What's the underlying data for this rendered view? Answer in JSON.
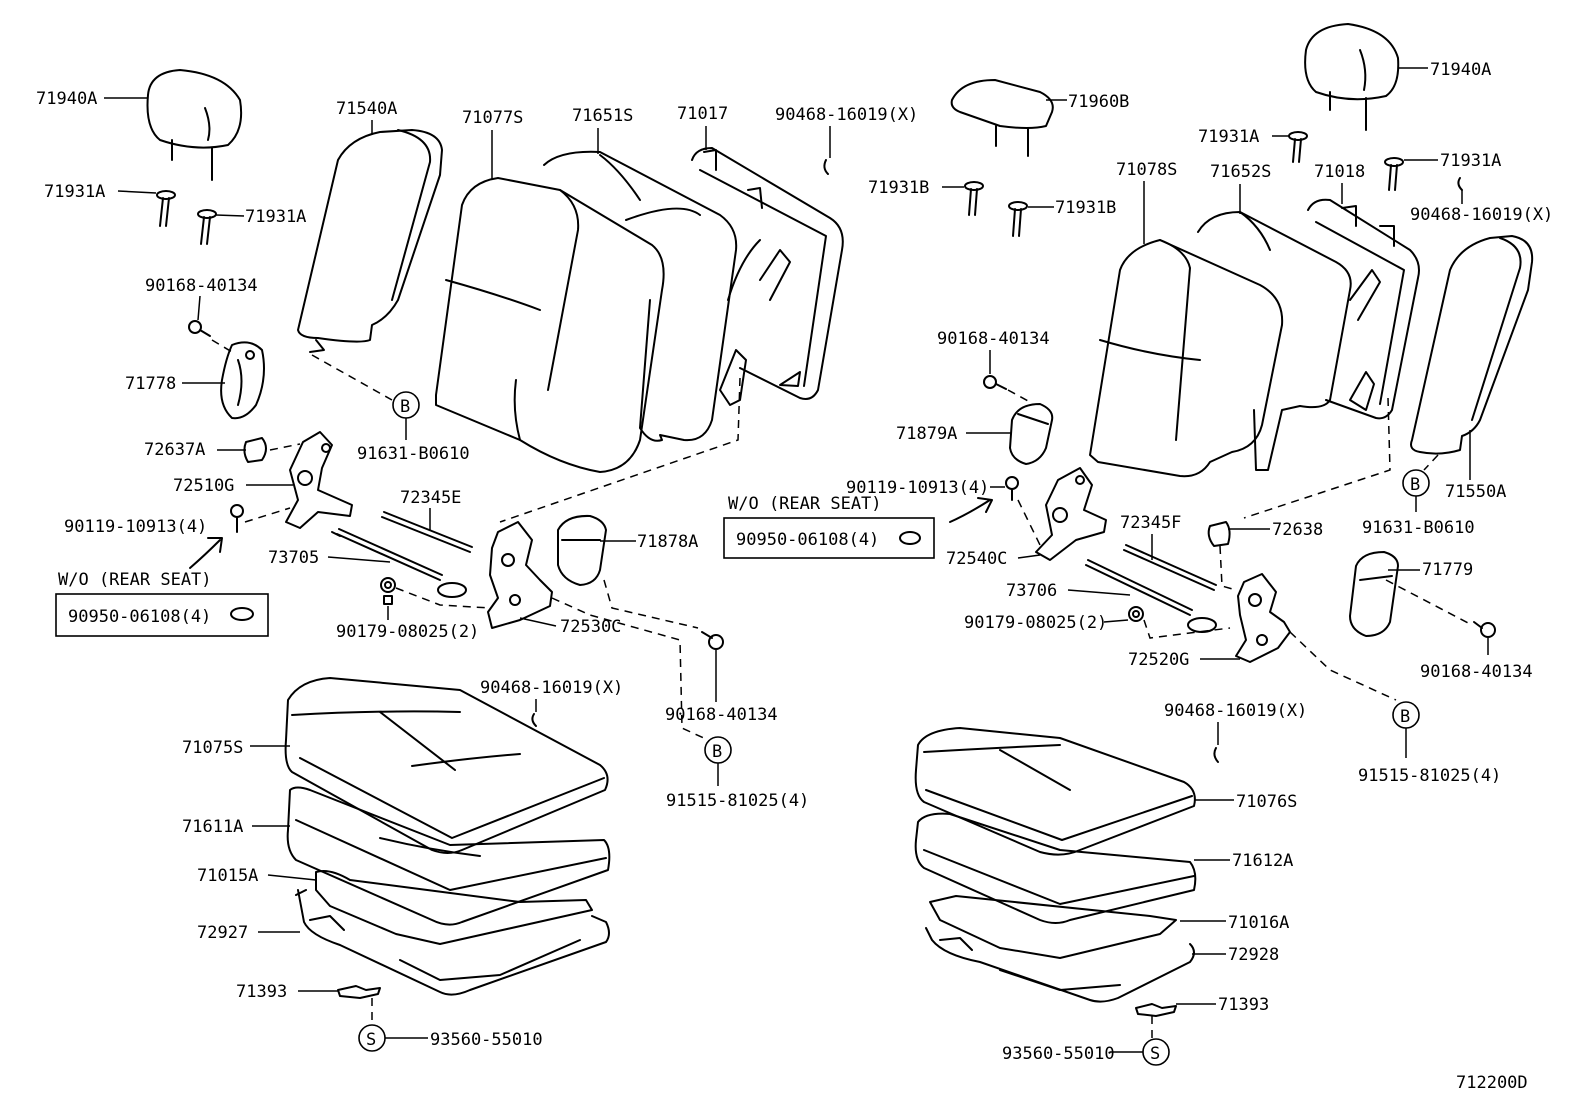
{
  "diagram_id": "712200D",
  "notes": {
    "wo_rear_seat": "W/O (REAR SEAT)"
  },
  "markers": {
    "b": "B",
    "s": "S"
  },
  "labels": {
    "l_71940a": "71940A",
    "l_71931a_1": "71931A",
    "l_71931a_2": "71931A",
    "l_90168_40134_1": "90168-40134",
    "l_71778": "71778",
    "l_72637a": "72637A",
    "l_72510g": "72510G",
    "l_90119_10913_1": "90119-10913(4)",
    "l_90950_06108_1": "90950-06108(4)",
    "l_71540a": "71540A",
    "l_91631_b0610_1": "91631-B0610",
    "l_71077s": "71077S",
    "l_71651s": "71651S",
    "l_71017": "71017",
    "l_90468_16019_1": "90468-16019(X)",
    "l_72345e": "72345E",
    "l_73705": "73705",
    "l_90179_08025_1": "90179-08025(2)",
    "l_72530c": "72530C",
    "l_71878a": "71878A",
    "l_90168_40134_2": "90168-40134",
    "l_91515_81025_1": "91515-81025(4)",
    "l_90468_16019_2": "90468-16019(X)",
    "l_71075s": "71075S",
    "l_71611a": "71611A",
    "l_71015a": "71015A",
    "l_72927": "72927",
    "l_71393_1": "71393",
    "l_93560_55010_1": "93560-55010",
    "l_71960b": "71960B",
    "l_71931b_1": "71931B",
    "l_71931b_2": "71931B",
    "l_90168_40134_3": "90168-40134",
    "l_71879a": "71879A",
    "l_90119_10913_2": "90119-10913(4)",
    "l_90950_06108_2": "90950-06108(4)",
    "l_72540c": "72540C",
    "l_73706": "73706",
    "l_90179_08025_2": "90179-08025(2)",
    "l_72520g": "72520G",
    "l_72345f": "72345F",
    "l_72638": "72638",
    "l_71078s": "71078S",
    "l_71652s": "71652S",
    "l_71018": "71018",
    "l_71940a_2": "71940A",
    "l_71931a_3": "71931A",
    "l_71931a_4": "71931A",
    "l_90468_16019_3": "90468-16019(X)",
    "l_71550a": "71550A",
    "l_91631_b0610_2": "91631-B0610",
    "l_71779": "71779",
    "l_90168_40134_4": "90168-40134",
    "l_91515_81025_2": "91515-81025(4)",
    "l_90468_16019_4": "90468-16019(X)",
    "l_71076s": "71076S",
    "l_71612a": "71612A",
    "l_71016a": "71016A",
    "l_72928": "72928",
    "l_71393_2": "71393",
    "l_93560_55010_2": "93560-55010"
  }
}
